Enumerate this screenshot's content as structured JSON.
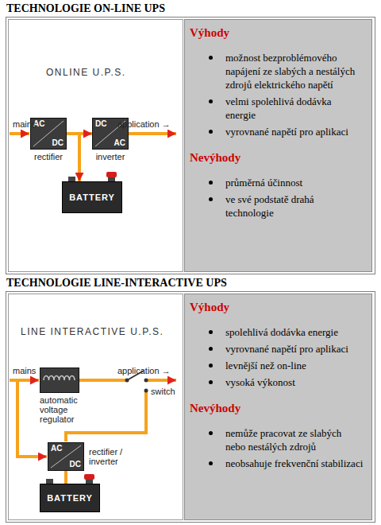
{
  "diagram": {
    "nodes": [
      {
        "text": [
          "TECHNOLOGIE ON-LINE UPS"
        ]
      },
      {
        "text": [
          "AC",
          "DC",
          "rectifier"
        ],
        "in": 0
      },
      {
        "text": [
          "DC",
          "AC",
          "inverter"
        ],
        "in": 0
      },
      {
        "text": [
          "BATTERY"
        ],
        "in": 0
      },
      {
        "text": [
          "Výhody",
          "možnost bezproblémového napájení ze slabých a nestálých zdrojů elektrického napětí",
          "velmi spolehlivá dodávka energie",
          "vyrovnané napětí pro aplikaci",
          "Nevýhody",
          "průměrná účinnost",
          "ve své podstatě drahá technologie"
        ],
        "in": 0
      },
      {
        "text": [
          "TECHNOLOGIE LINE-INTERACTIVE UPS"
        ]
      },
      {
        "text": [
          "automatic voltage regulator"
        ],
        "in": 5
      },
      {
        "text": [
          "AC",
          "DC",
          "rectifier / inverter"
        ],
        "in": 5
      },
      {
        "text": [
          "BATTERY"
        ],
        "in": 5
      },
      {
        "text": [
          "Výhody",
          "spolehlivá dodávka energie",
          "vyrovnané napětí pro aplikaci",
          "levnější než on-line",
          "vysoká výkonost",
          "Nevýhody",
          "nemůže pracovat ze slabých nebo nestálých zdrojů",
          "neobsahuje frekvenční stabilizaci"
        ],
        "in": 5
      }
    ],
    "edges": [
      {
        "from": 1,
        "to": 2,
        "arrow": "to"
      },
      {
        "from": 1,
        "to": 3,
        "arrow": "to"
      },
      {
        "from": 7,
        "to": 8,
        "arrow": "none"
      }
    ],
    "labels": [
      "ONLINE U.P.S.",
      "mains",
      "application →",
      "LINE INTERACTIVE U.P.S.",
      "mains",
      "application →",
      "switch"
    ]
  }
}
